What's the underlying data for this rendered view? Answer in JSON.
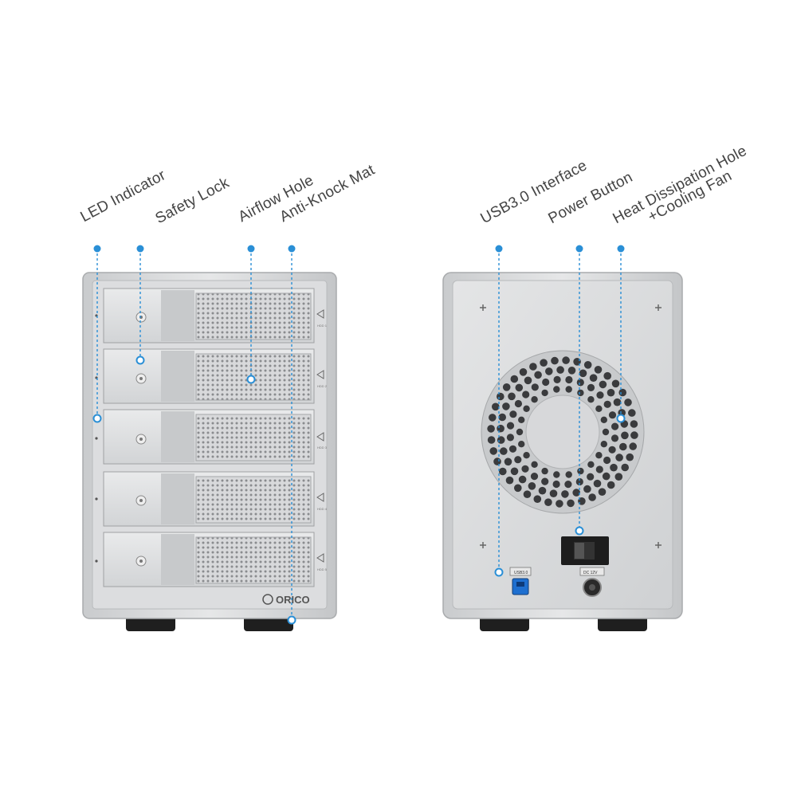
{
  "front_labels": {
    "led": "LED Indicator",
    "lock": "Safety Lock",
    "airflow": "Airflow Hole",
    "mat": "Anti-Knock Mat"
  },
  "back_labels": {
    "usb": "USB3.0 Interface",
    "power": "Power Button",
    "heat_line1": "Heat Dissipation Hole",
    "heat_line2": "+Cooling Fan"
  },
  "bays": [
    "HDD 1",
    "HDD 2",
    "HDD 3",
    "HDD 4",
    "HDD 5"
  ],
  "brand": "ORICO",
  "ports": {
    "usb": "USB3.0",
    "dc": "DC 12V"
  },
  "colors": {
    "accent": "#2a8fd6",
    "usb_port": "#1e6fd0",
    "body": "#d4d6d8"
  }
}
